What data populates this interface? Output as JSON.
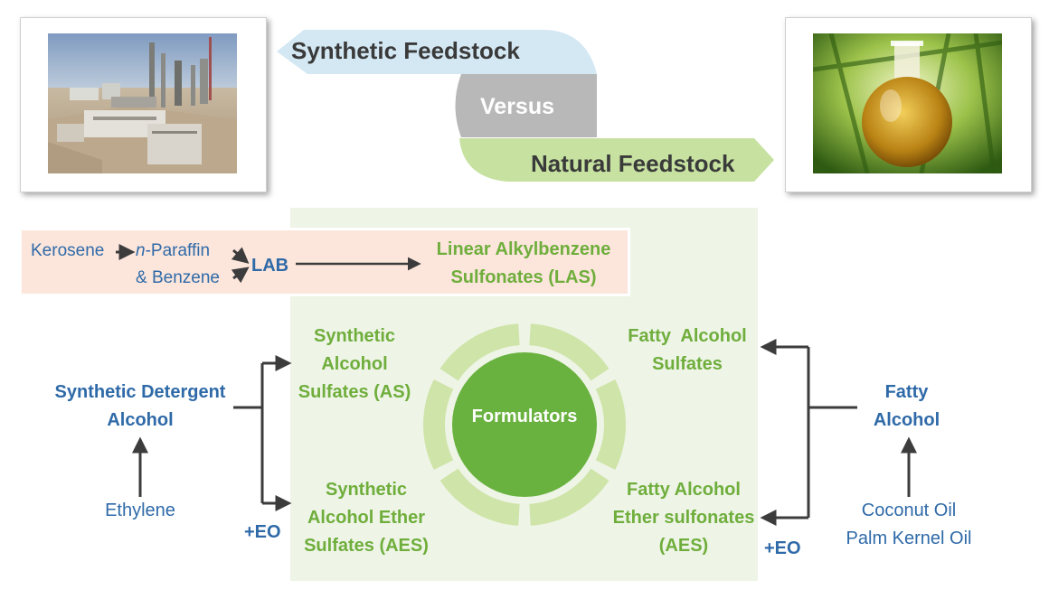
{
  "banner": {
    "synthetic": "Synthetic Feedstock",
    "versus": "Versus",
    "natural": "Natural Feedstock"
  },
  "lab_row": {
    "kerosene": "Kerosene",
    "n_prefix": "n",
    "paraffin": "-Paraffin",
    "benzene": "& Benzene",
    "lab": "LAB",
    "las_line1": "Linear Alkylbenzene",
    "las_line2": "Sulfonates (LAS)"
  },
  "left_side": {
    "sda_line1": "Synthetic Detergent",
    "sda_line2": "Alcohol",
    "ethylene": "Ethylene",
    "eo": "+EO"
  },
  "right_side": {
    "fa_line1": "Fatty",
    "fa_line2": "Alcohol",
    "coconut": "Coconut Oil",
    "palm": "Palm Kernel Oil",
    "eo": "+EO"
  },
  "center": {
    "sas_line1": "Synthetic",
    "sas_line2": "Alcohol",
    "sas_line3": "Sulfates (AS)",
    "saes_line1": "Synthetic",
    "saes_line2": "Alcohol Ether",
    "saes_line3": "Sulfates (AES)",
    "fas_line1": "Fatty  Alcohol",
    "fas_line2": "Sulfates",
    "faes_line1": "Fatty Alcohol",
    "faes_line2": "Ether sulfonates",
    "faes_line3": "(AES)",
    "formulators": "Formulators"
  },
  "colors": {
    "blue_text": "#2f6aa8",
    "green_text": "#6fae3c",
    "panel_green": "#eef4e6",
    "lab_bg": "#fce6dc",
    "synthetic_banner": "#d4e8f4",
    "versus_circle": "#b8b8b8",
    "natural_banner": "#c6e1a0",
    "ring_light": "#cfe4a8",
    "ring_core": "#6ab23f"
  }
}
